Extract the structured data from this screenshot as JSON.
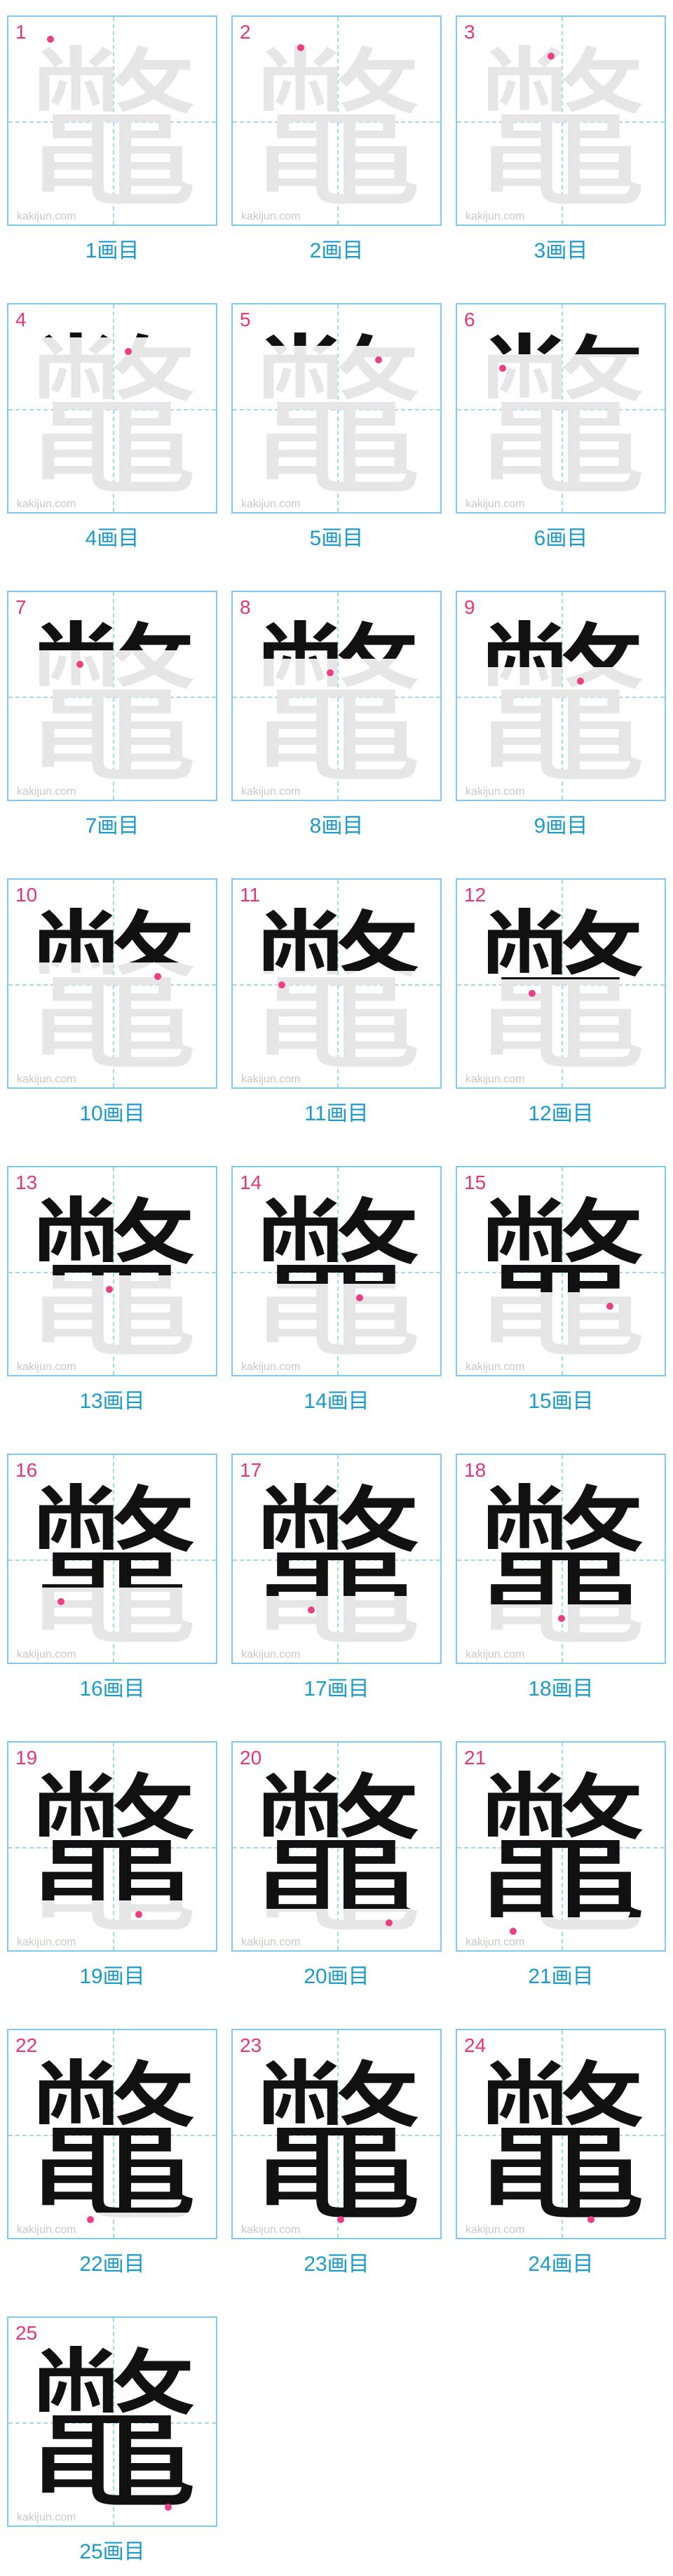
{
  "character": "鼈",
  "watermark": "kakijun.com",
  "caption_suffix": "画目",
  "colors": {
    "border": "#7fcde4",
    "guide": "#9fdcec",
    "number": "#e8357a",
    "caption": "#1a9bd0",
    "ghost": "#e6e6e6",
    "ink": "#111111",
    "active_stroke": "#ec3d86"
  },
  "steps": [
    {
      "number": "1"
    },
    {
      "number": "2"
    },
    {
      "number": "3"
    },
    {
      "number": "4"
    },
    {
      "number": "5"
    },
    {
      "number": "6"
    },
    {
      "number": "7"
    },
    {
      "number": "8"
    },
    {
      "number": "9"
    },
    {
      "number": "10"
    },
    {
      "number": "11"
    },
    {
      "number": "12"
    },
    {
      "number": "13"
    },
    {
      "number": "14"
    },
    {
      "number": "15"
    },
    {
      "number": "16"
    },
    {
      "number": "17"
    },
    {
      "number": "18"
    },
    {
      "number": "19"
    },
    {
      "number": "20"
    },
    {
      "number": "21"
    },
    {
      "number": "22"
    },
    {
      "number": "23"
    },
    {
      "number": "24"
    },
    {
      "number": "25"
    }
  ]
}
